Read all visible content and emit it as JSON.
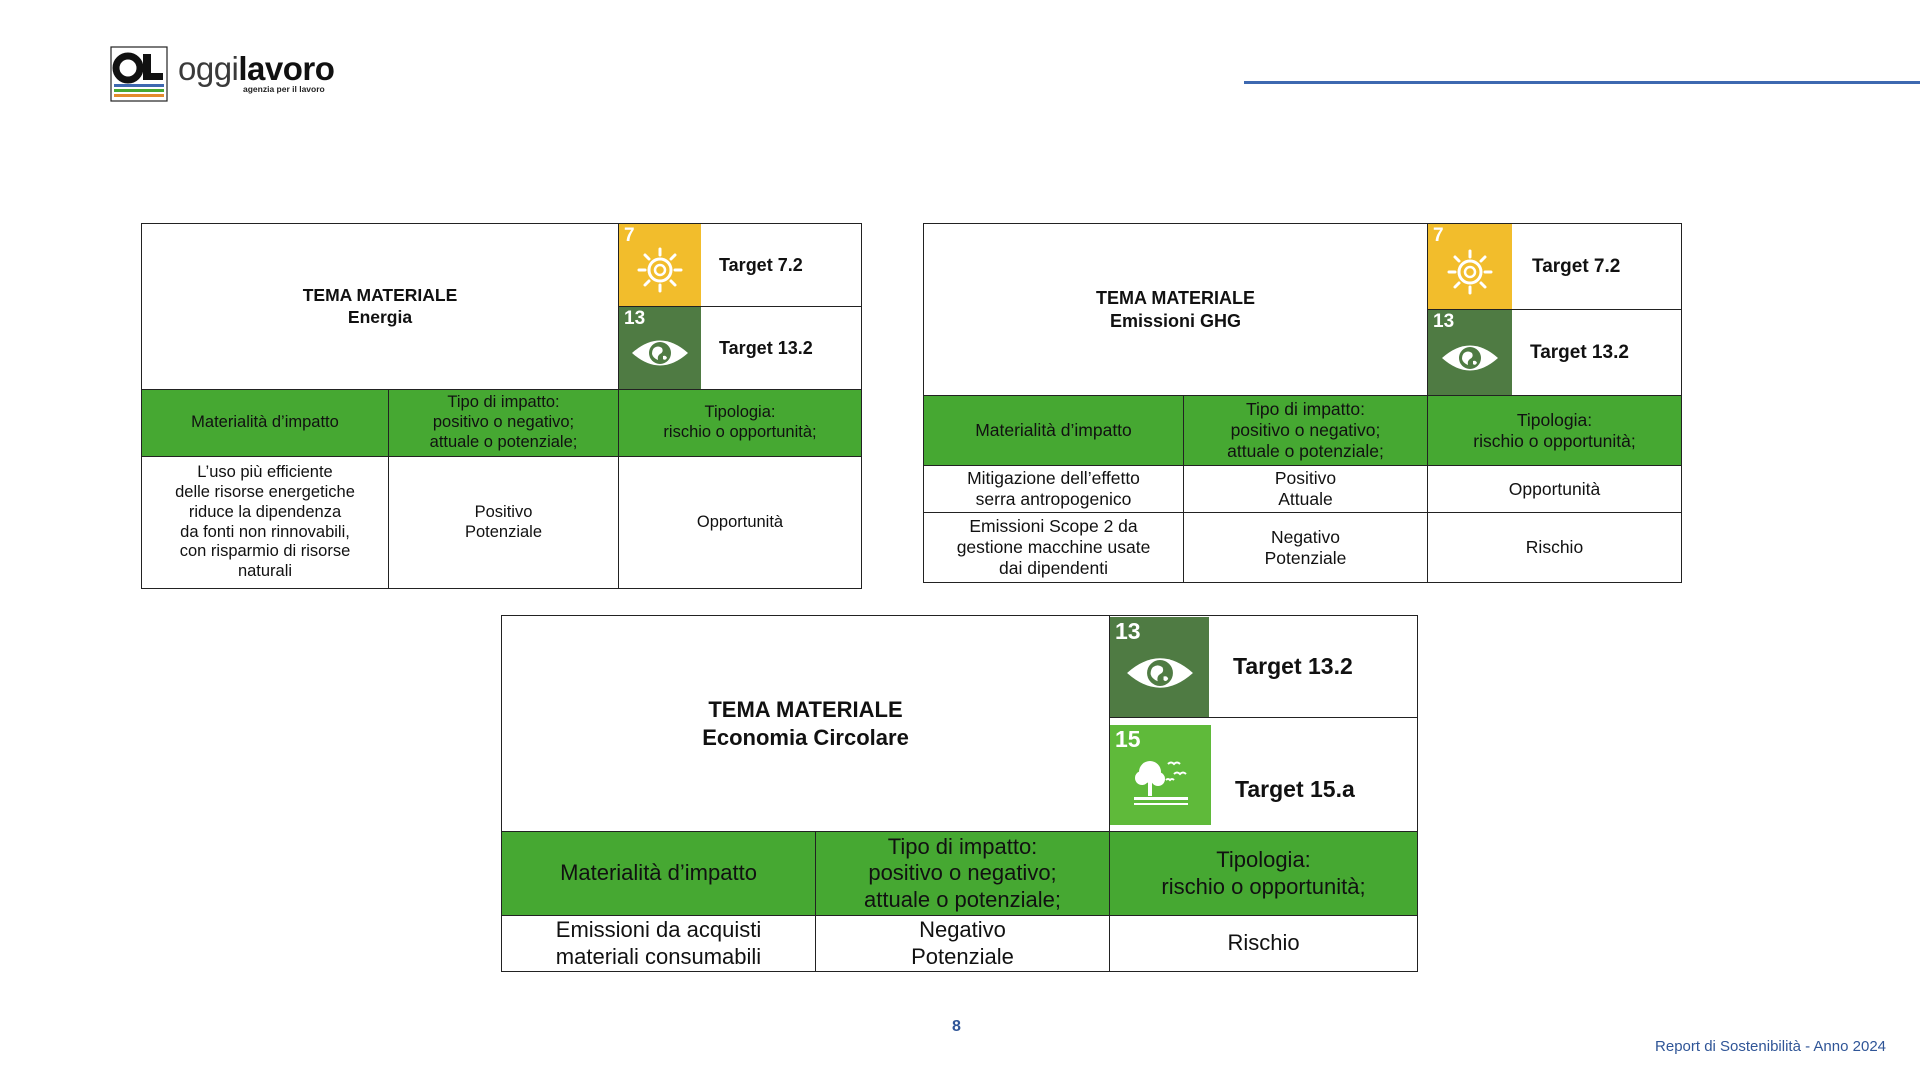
{
  "logo": {
    "word_light": "oggi",
    "word_bold": "lavoro",
    "tagline": "agenzia per il lavoro"
  },
  "colors": {
    "header_green": "#46a832",
    "sdg7": "#f2bd2c",
    "sdg13": "#4f7b43",
    "sdg15": "#5fba3a",
    "accent_blue": "#3d68b0"
  },
  "headers": {
    "materialita": "Materialità d’impatto",
    "tipo": [
      "Tipo di impatto:",
      "positivo o negativo;",
      "attuale o potenziale;"
    ],
    "tipologia": [
      "Tipologia:",
      "rischio o opportunità;"
    ]
  },
  "energia": {
    "title": [
      "TEMA MATERIALE",
      "Energia"
    ],
    "sdgs": [
      {
        "num": "7",
        "icon": "sun-icon",
        "target": "Target 7.2"
      },
      {
        "num": "13",
        "icon": "eye-globe-icon",
        "target": "Target 13.2"
      }
    ],
    "rows": [
      {
        "materialita": [
          "L’uso più efficiente",
          "delle risorse energetiche",
          "riduce la dipendenza",
          "da fonti non rinnovabili,",
          "con risparmio di risorse",
          "naturali"
        ],
        "tipo": [
          "Positivo",
          "Potenziale"
        ],
        "tipologia": "Opportunità"
      }
    ]
  },
  "ghg": {
    "title": [
      "TEMA MATERIALE",
      "Emissioni GHG"
    ],
    "sdgs": [
      {
        "num": "7",
        "icon": "sun-icon",
        "target": "Target 7.2"
      },
      {
        "num": "13",
        "icon": "eye-globe-icon",
        "target": "Target 13.2"
      }
    ],
    "rows": [
      {
        "materialita": [
          "Mitigazione dell’effetto",
          "serra antropogenico"
        ],
        "tipo": [
          "Positivo",
          "Attuale"
        ],
        "tipologia": "Opportunità"
      },
      {
        "materialita": [
          "Emissioni Scope 2 da",
          "gestione macchine usate",
          "dai dipendenti"
        ],
        "tipo": [
          "Negativo",
          "Potenziale"
        ],
        "tipologia": "Rischio"
      }
    ]
  },
  "circolare": {
    "title": [
      "TEMA MATERIALE",
      "Economia Circolare"
    ],
    "sdgs": [
      {
        "num": "13",
        "icon": "eye-globe-icon",
        "target": "Target 13.2"
      },
      {
        "num": "15",
        "icon": "tree-birds-icon",
        "target": "Target 15.a"
      }
    ],
    "rows": [
      {
        "materialita": [
          "Emissioni da acquisti",
          "materiali consumabili"
        ],
        "tipo": [
          "Negativo",
          "Potenziale"
        ],
        "tipologia": "Rischio"
      }
    ]
  },
  "page_number": "8",
  "footer": "Report di Sostenibilità - Anno 2024"
}
